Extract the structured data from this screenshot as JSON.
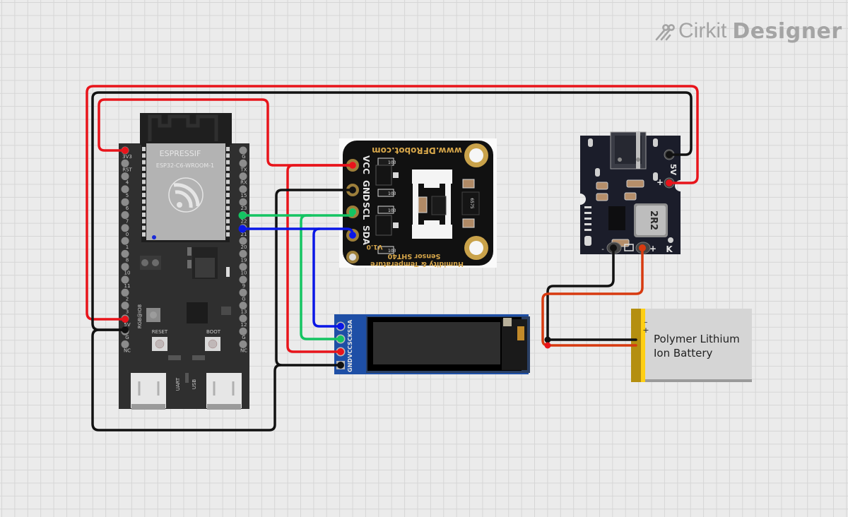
{
  "app": {
    "brand_prefix": "Cirkit",
    "brand_suffix": "Designer",
    "logo_icon": "circuit-traces-icon"
  },
  "components": {
    "esp32": {
      "vendor": "ESPRESSIF",
      "module": "ESP32-C6-WROOM-1",
      "left_pins": [
        "3V3",
        "RST",
        "4",
        "5",
        "6",
        "7",
        "0",
        "1",
        "8",
        "10",
        "11",
        "2",
        "3",
        "5V",
        "G",
        "NC"
      ],
      "right_pins": [
        "G",
        "TX",
        "RX",
        "15",
        "23",
        "22",
        "21",
        "20",
        "19",
        "10",
        "9",
        "G",
        "13",
        "12",
        "G",
        "NC"
      ],
      "rgb_label": "RGB@IO8",
      "reset_label": "RESET",
      "boot_label": "BOOT",
      "uart_label": "UART",
      "usb_label": "USB"
    },
    "sht40": {
      "url": "www.DFRobot.com",
      "pins": [
        "VCC",
        "GND",
        "SCL",
        "SDA"
      ],
      "title_line1": "Humidity & Temperature",
      "title_line2": "Sensor SHT40",
      "version": "V1.0",
      "resistor_code": "103",
      "regulator_code": "6575"
    },
    "oled": {
      "pins": [
        "SDA",
        "SCK",
        "VCC",
        "GND"
      ]
    },
    "charger": {
      "out_label": "5V",
      "plus": "+",
      "minus": "-",
      "inductor_label": "2R2",
      "k_label": "K"
    },
    "battery": {
      "label_line1": "Polymer Lithium",
      "label_line2": "Ion Battery",
      "minus": "–",
      "plus": "+"
    }
  },
  "wires": [
    {
      "name": "esp-5v-to-charger-5v-plus",
      "color": "#e8141b"
    },
    {
      "name": "esp-gnd-to-charger-minus",
      "color": "#111111"
    },
    {
      "name": "esp-3v3-to-sensor-vcc",
      "color": "#e8141b"
    },
    {
      "name": "sensor-vcc-to-oled-vcc",
      "color": "#e8141b"
    },
    {
      "name": "sensor-gnd-to-oled-gnd",
      "color": "#111111"
    },
    {
      "name": "esp-io23-to-sensor-scl",
      "color": "#14c462"
    },
    {
      "name": "scl-to-oled-sck",
      "color": "#14c462"
    },
    {
      "name": "esp-io22-to-sensor-sda",
      "color": "#0a17e6"
    },
    {
      "name": "sda-to-oled-sda",
      "color": "#0a17e6"
    },
    {
      "name": "esp-5v-gnd-loop",
      "color": "#111111"
    },
    {
      "name": "charger-bat-minus-to-battery",
      "color": "#111111"
    },
    {
      "name": "charger-bat-plus-to-battery",
      "color": "#d73a10"
    }
  ]
}
